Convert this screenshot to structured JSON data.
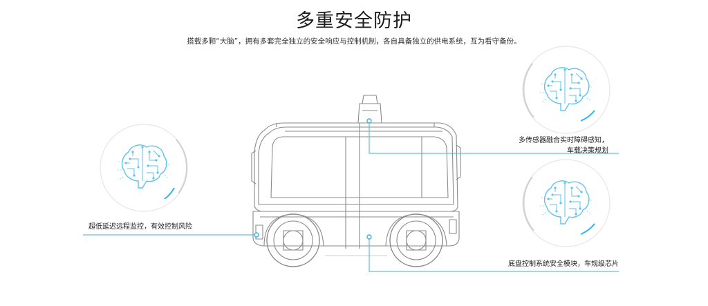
{
  "header": {
    "title": "多重安全防护",
    "subtitle": "搭载多颗“大脑”，拥有多套完全独立的安全响应与控制机制，各自具备独立的供电系统，互为看守备份。"
  },
  "callouts": {
    "left": {
      "line1": "超低延迟远程监控，有效控制风险"
    },
    "right_top": {
      "line1": "多传感器融合实时障碍感知，",
      "line2": "车载决策规划"
    },
    "right_bottom": {
      "line1": "底盘控制系统安全模块，车规级芯片"
    }
  },
  "colors": {
    "accent": "#35b3e8",
    "line": "#8a8a8a",
    "circuit": "#5cc3ee"
  },
  "icons": [
    "brain-circuit-icon",
    "delivery-robot-illustration"
  ]
}
